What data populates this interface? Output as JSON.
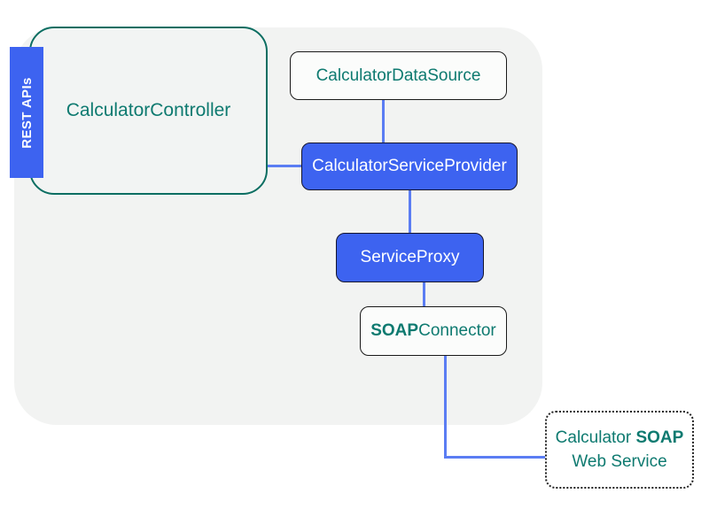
{
  "diagram": {
    "nodes": {
      "rest_apis_tag": {
        "label": "REST APIs"
      },
      "controller": {
        "label": "CalculatorController"
      },
      "data_source": {
        "label": "CalculatorDataSource"
      },
      "service_provider": {
        "label": "CalculatorServiceProvider"
      },
      "service_proxy": {
        "label": "ServiceProxy"
      },
      "soap_connector": {
        "label_bold": "SOAP",
        "label_rest": "Connector"
      },
      "soap_web_service": {
        "line1_regular": "Calculator ",
        "line1_bold": "SOAP",
        "line2": "Web Service"
      }
    },
    "edges": [
      {
        "from": "CalculatorDataSource",
        "to": "CalculatorServiceProvider"
      },
      {
        "from": "CalculatorController",
        "to": "CalculatorServiceProvider"
      },
      {
        "from": "CalculatorServiceProvider",
        "to": "ServiceProxy"
      },
      {
        "from": "ServiceProxy",
        "to": "SOAPConnector"
      },
      {
        "from": "SOAPConnector",
        "to": "Calculator SOAP Web Service"
      }
    ],
    "colors": {
      "node_blue": "#3D63F0",
      "teal_text": "#0E7A70",
      "teal_border": "#0C6E62",
      "connector_blue": "#5B7DF3",
      "boundary_gray": "#F2F3F2",
      "box_border_dark": "#1A1A1A"
    }
  }
}
